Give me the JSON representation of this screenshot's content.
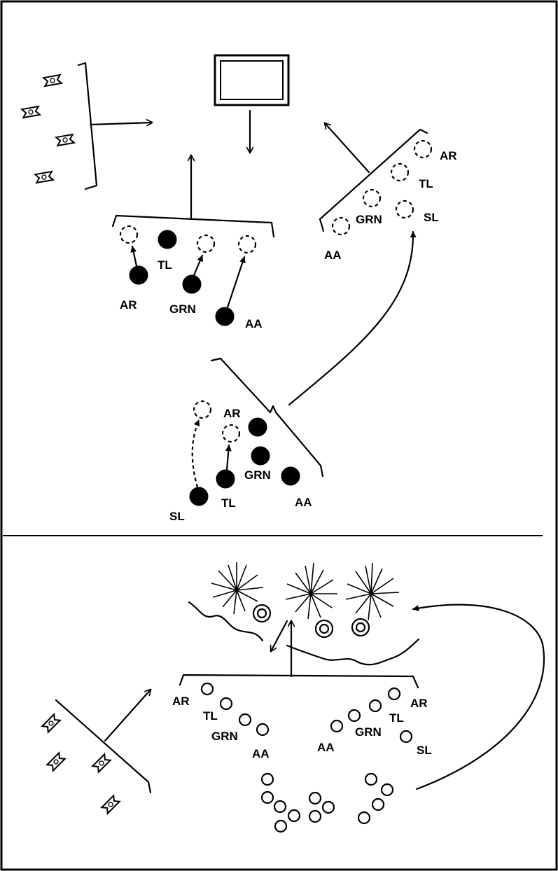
{
  "labels": {
    "ar": "AR",
    "tl": "TL",
    "grn": "GRN",
    "aa": "AA",
    "sl": "SL"
  },
  "colors": {
    "ink": "#000000",
    "paper": "#ffffff"
  },
  "icons": [
    "tank-icon",
    "target-building-icon",
    "explosion-icon"
  ]
}
